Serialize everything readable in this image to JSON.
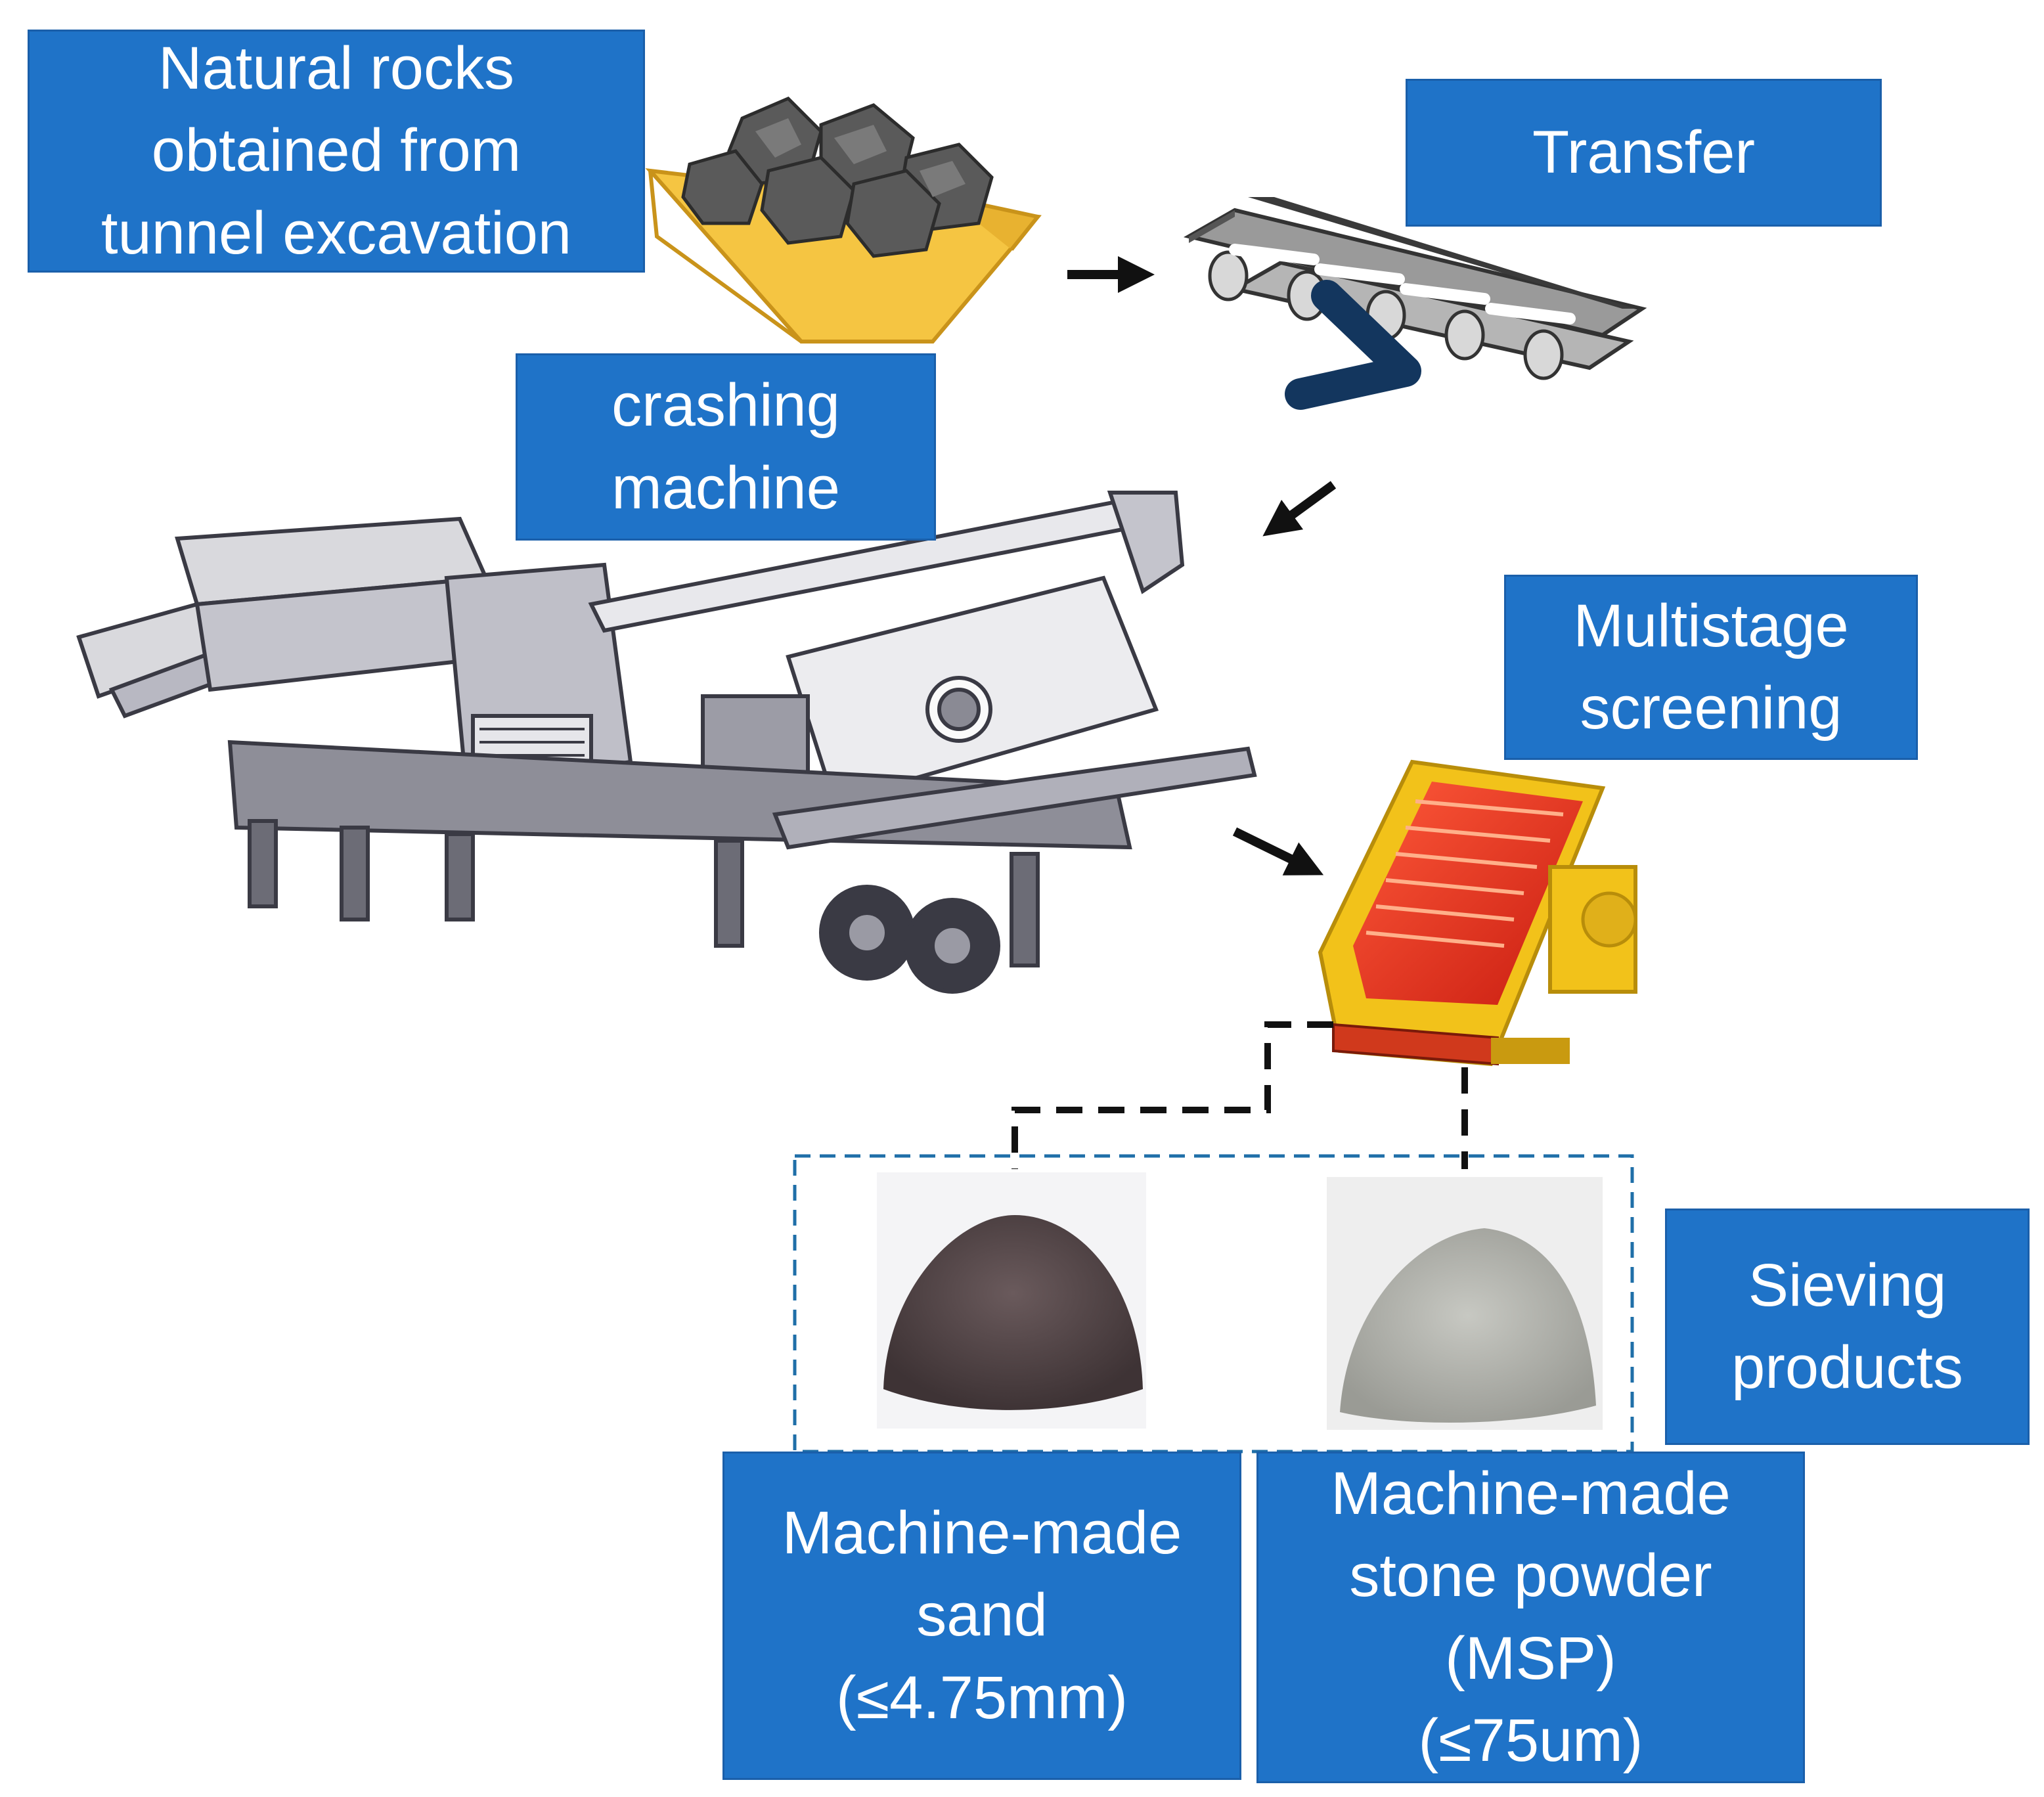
{
  "labels": {
    "natural_rocks": "Natural rocks\nobtained from\ntunnel excavation",
    "crashing_machine": "crashing\nmachine",
    "transfer": "Transfer",
    "multistage_screening": "Multistage\nscreening",
    "sieving_products": "Sieving\nproducts",
    "machine_made_sand": "Machine-made\nsand\n(≤4.75mm)",
    "machine_made_powder": "Machine-made\nstone powder\n(MSP)\n(≤75um)"
  },
  "icons": {
    "rock_bin": "rock-bucket-icon",
    "conveyor": "conveyor-belt-icon",
    "crusher": "mobile-crusher-icon",
    "screen": "vibrating-screen-icon",
    "sand": "sand-pile-photo",
    "powder": "stone-powder-photo"
  },
  "colors": {
    "label_bg": "#1f73c8",
    "label_text": "#ffffff",
    "bucket": "#f5c542",
    "screen_mesh": "#e8321c",
    "screen_frame": "#f2c21a",
    "dashed_box": "#1f6fa8"
  }
}
